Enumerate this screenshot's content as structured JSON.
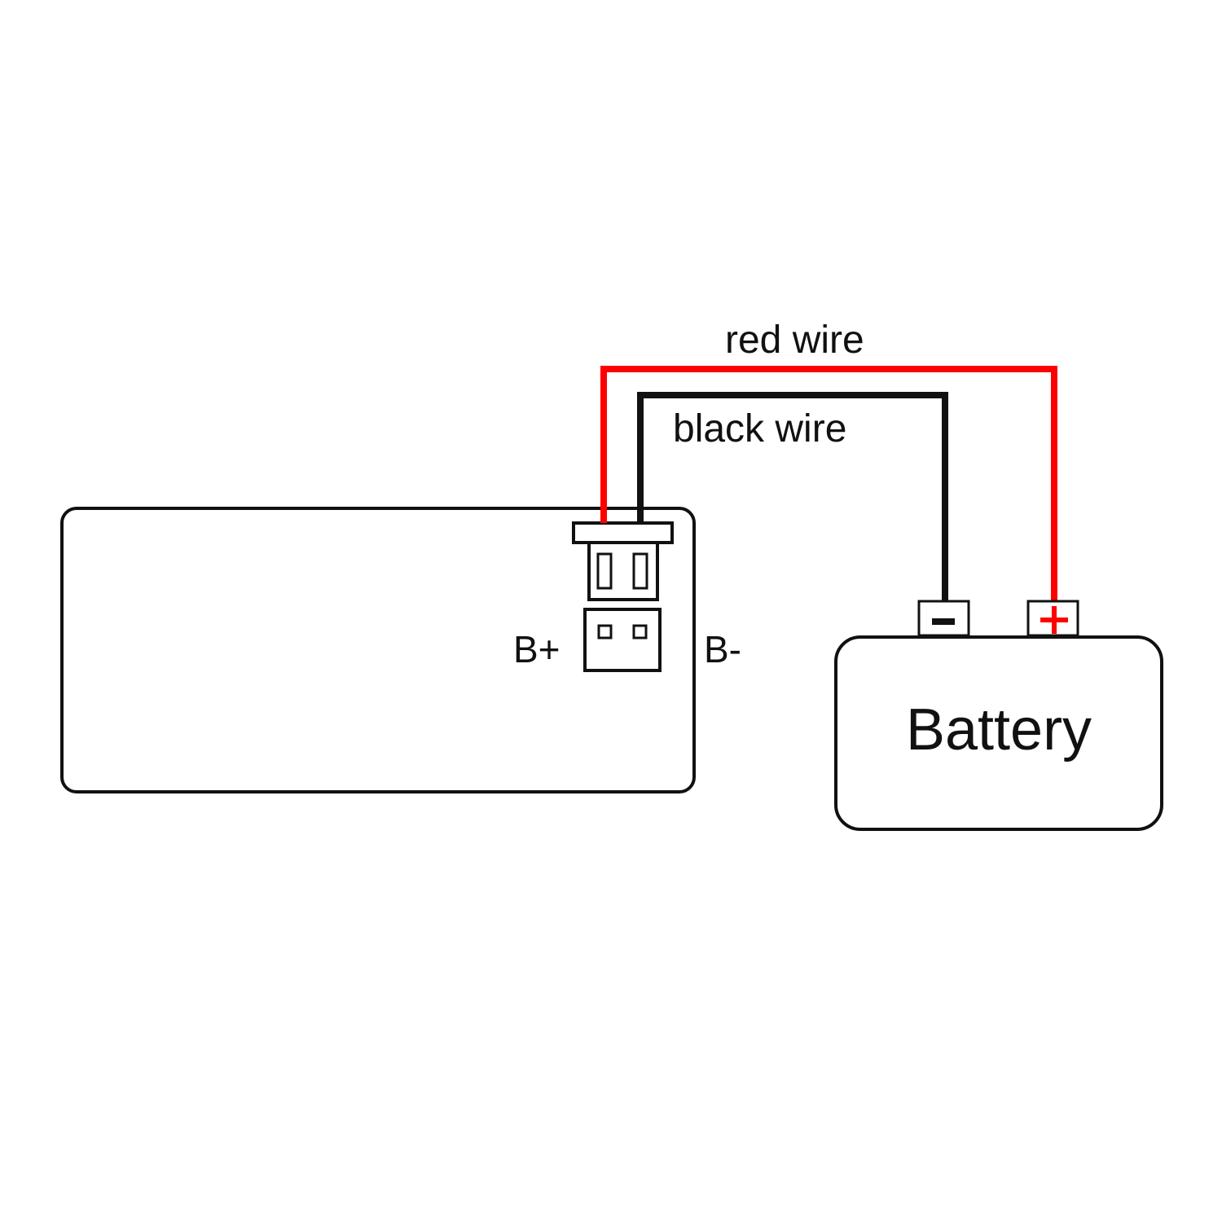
{
  "labels": {
    "red_wire": "red wire",
    "black_wire": "black wire",
    "b_plus": "B+",
    "b_minus": "B-",
    "battery": "Battery"
  },
  "battery_terminals": {
    "negative_symbol": "−",
    "positive_symbol": "+"
  },
  "colors": {
    "red_wire": "#ff0000",
    "black_wire": "#111111",
    "outline": "#111111",
    "background": "#ffffff"
  }
}
